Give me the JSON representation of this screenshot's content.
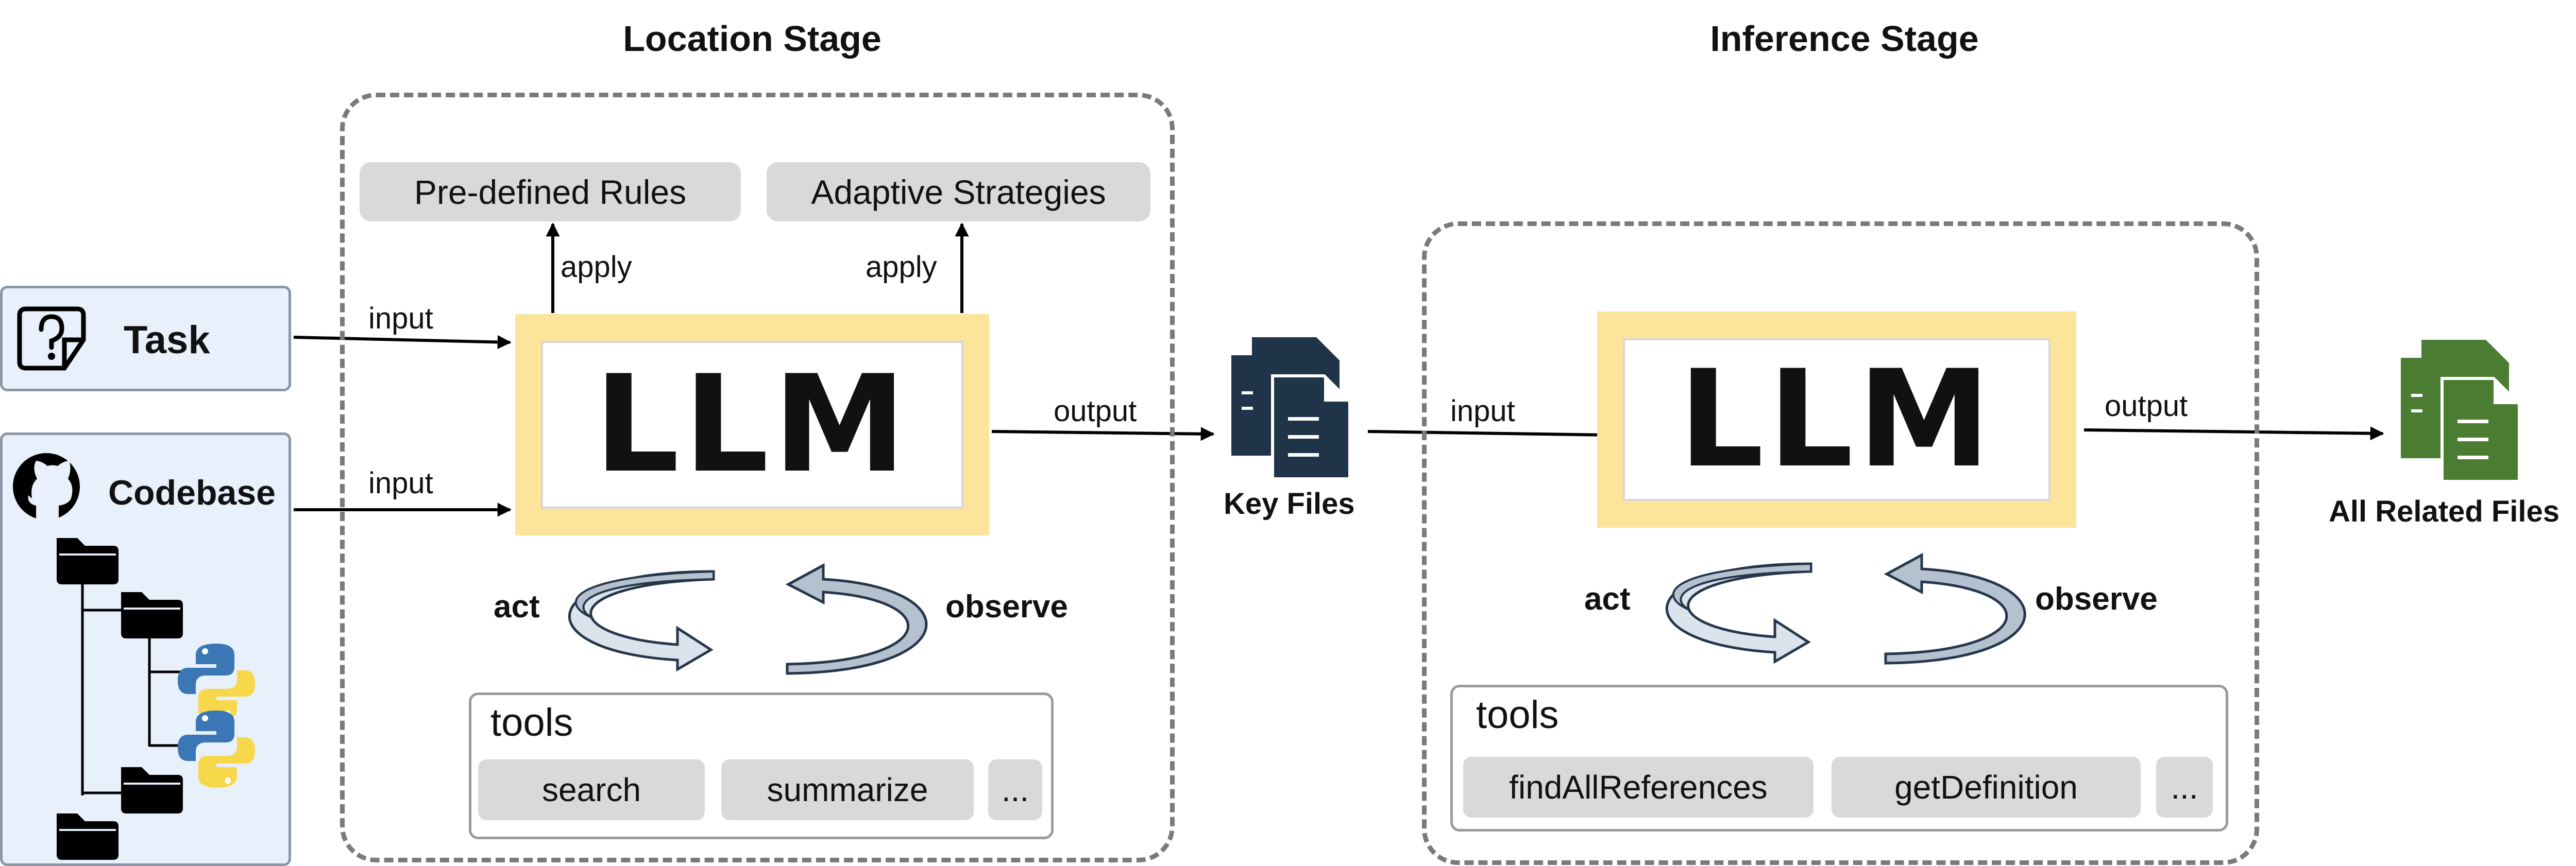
{
  "stages": {
    "location": {
      "title": "Location Stage",
      "rules_label": "Pre-defined Rules",
      "strategies_label": "Adaptive Strategies",
      "apply_left": "apply",
      "apply_right": "apply",
      "llm_label": "LLM",
      "act_label": "act",
      "observe_label": "observe",
      "tools_title": "tools",
      "tools": [
        "search",
        "summarize",
        "..."
      ]
    },
    "inference": {
      "title": "Inference Stage",
      "llm_label": "LLM",
      "act_label": "act",
      "observe_label": "observe",
      "tools_title": "tools",
      "tools": [
        "findAllReferences",
        "getDefinition",
        "..."
      ]
    }
  },
  "inputs": {
    "task_label": "Task",
    "codebase_label": "Codebase"
  },
  "flow": {
    "input_task": "input",
    "input_codebase": "input",
    "output_location": "output",
    "key_files": "Key Files",
    "input_inference": "input",
    "output_inference": "output",
    "all_related_files": "All Related Files"
  },
  "colors": {
    "llm_frame": "#fce49a",
    "chip_gray": "#d9d9d9",
    "input_card_bg": "#e8f0fc",
    "key_files_icon": "#1f3448",
    "related_files_icon": "#4a7d32",
    "cycle_arrow_fill": "#b5c1cf",
    "python_blue": "#3a77b4",
    "python_yellow": "#f6d84a"
  },
  "icons": {
    "task": "task-question-icon",
    "codebase": "github-icon",
    "folders": "folder-icon",
    "python": "python-icon",
    "key_files": "documents-icon",
    "related_files": "documents-icon"
  }
}
